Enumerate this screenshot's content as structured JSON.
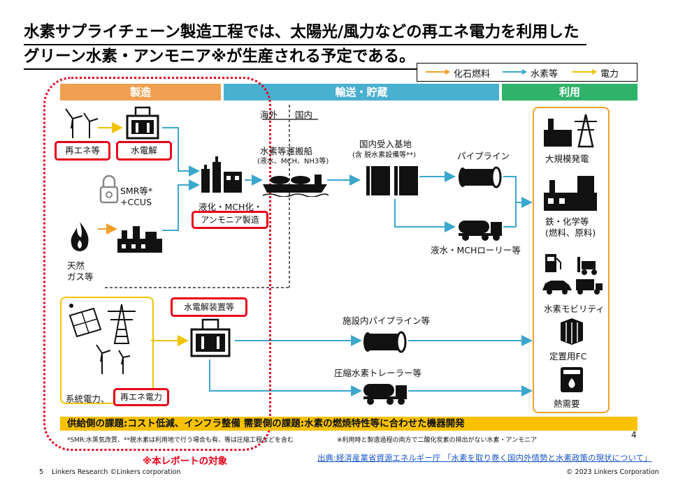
{
  "title": {
    "line1": "水素サプライチェーン製造工程では、太陽光/風力などの再エネ電力を利用した",
    "line2": "グリーン水素・アンモニア※が生産される予定である。"
  },
  "legend": {
    "fossil": "化石燃料",
    "hydrogen": "水素等",
    "power": "電力"
  },
  "colors": {
    "fossil": "#f0a028",
    "hydrogen": "#3ba7cc",
    "power": "#f2c300",
    "red": "#e6001a",
    "orange_band": "#f0a050",
    "blue_band": "#4ab0d0",
    "green_band": "#2fb36a",
    "issue_bar": "#f8c200"
  },
  "bands": {
    "production": "製造",
    "transport": "輸送・貯蔵",
    "use": "利用"
  },
  "border": {
    "overseas": "海外",
    "domestic": "国内"
  },
  "production": {
    "renewable": "再エネ等",
    "electrolysis": "水電解",
    "smr_line1": "SMR等*",
    "smr_line2": "+CCUS",
    "natgas_line1": "天然",
    "natgas_line2": "ガス等",
    "liquefaction": "液化・MCH化・",
    "ammonia": "アンモニア製造",
    "electrolyzer_equip": "水電解装置等",
    "grid_power": "系統電力、",
    "renewable_power": "再エネ電力"
  },
  "transport": {
    "carrier_ship": "水素等運搬船",
    "carrier_sub": "(液水、MCH、NH3等)",
    "receiving_base": "国内受入基地",
    "receiving_sub": "(含 脱水素設備等**)",
    "pipeline": "パイプライン",
    "lorry": "液水・MCHローリー等",
    "onsite_pipeline": "施設内パイプライン等",
    "trailer": "圧縮水素トレーラー等"
  },
  "use": {
    "power_plant": "大規模発電",
    "steel_line1": "鉄・化学等",
    "steel_line2": "(燃料、原料)",
    "mobility": "水素モビリティ",
    "fc": "定置用FC",
    "heat": "熱需要"
  },
  "issues": "供給側の課題:コスト低減、インフラ整備  需要側の課題:水素の燃焼特性等に合わせた機器開発",
  "notes": {
    "left": "*SMR:水蒸気改質、**脱水素は利用地で行う場合も有、等は圧縮工程などを含む",
    "right": "※利用時と製造過程の両方で二酸化炭素の排出がない水素・アンモニア",
    "page_inner": "4"
  },
  "report_target": "※本レポートの対象",
  "source": "出典:経済産業省資源エネルギー庁 「水素を取り巻く国内外情勢と水素政策の現状について」",
  "footer": {
    "page": "5",
    "left": "Linkers Research ©Linkers corporation",
    "right": "© 2023 Linkers Corporation"
  }
}
